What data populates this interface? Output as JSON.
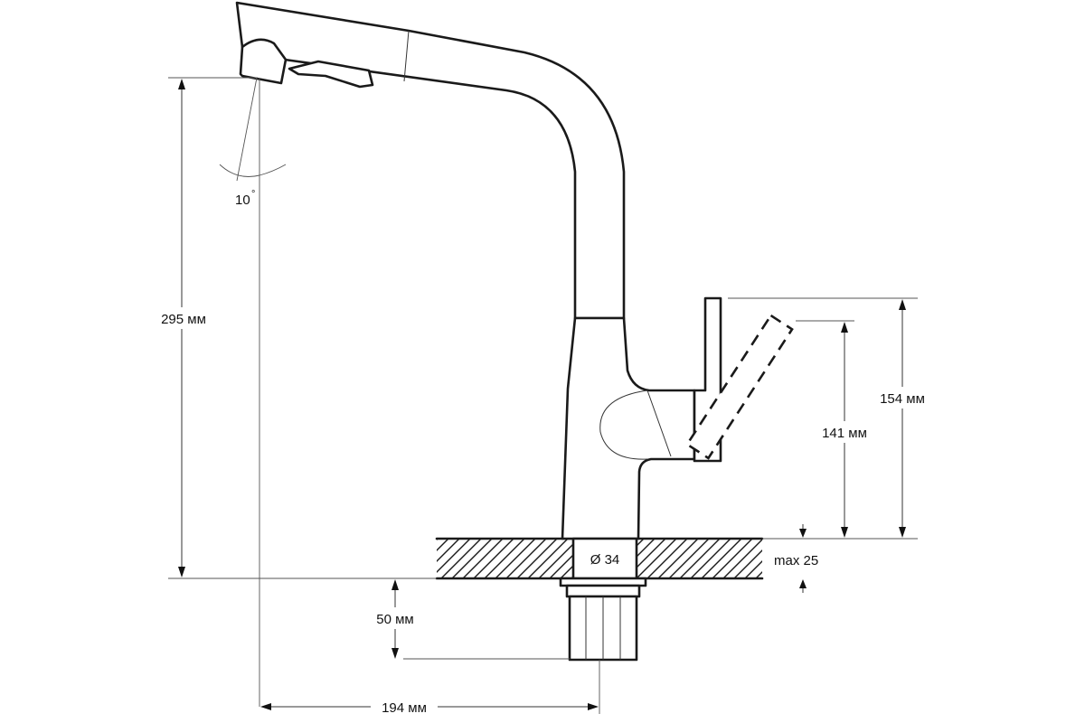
{
  "dimensions": {
    "angle": "10",
    "angle_unit": "°",
    "total_height": "295 мм",
    "handle_top_height": "154 мм",
    "handle_tilt_height": "141 мм",
    "countertop_max": "max 25",
    "hole_diameter": "Ø 34",
    "shank_length": "50 мм",
    "reach": "194 мм"
  }
}
